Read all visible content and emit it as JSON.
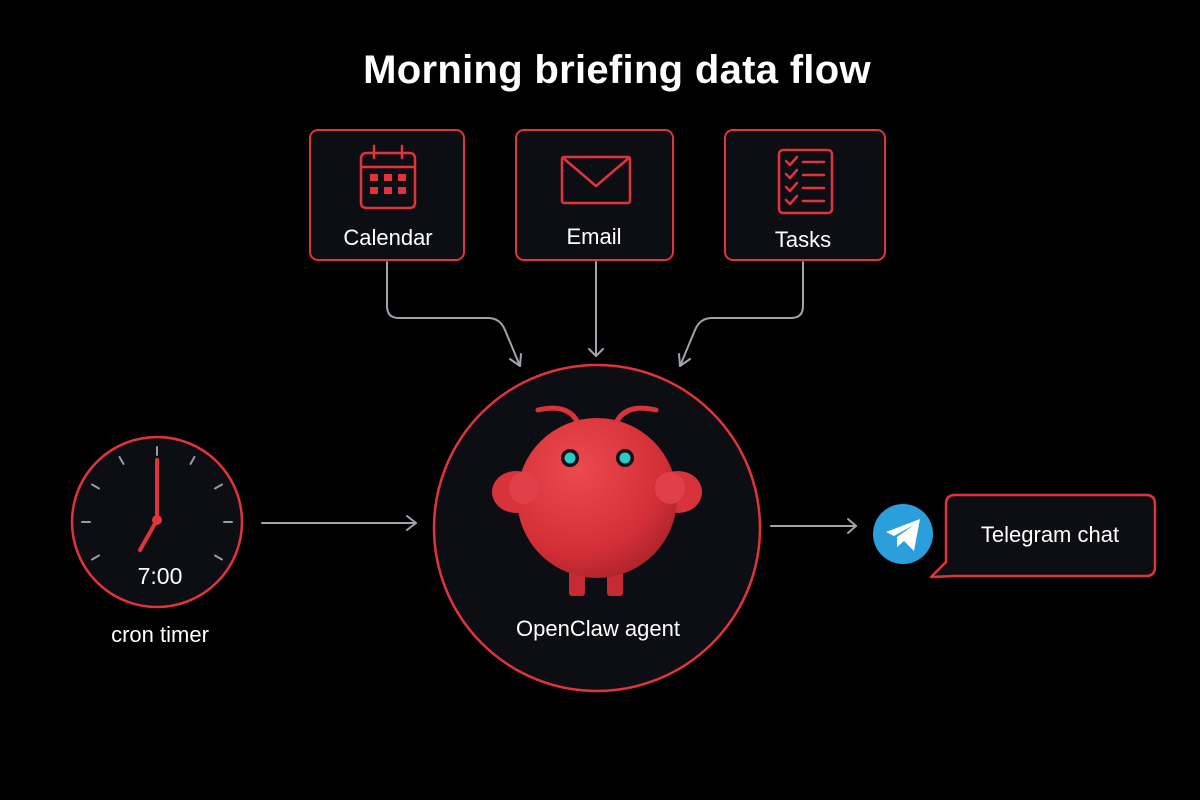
{
  "title": "Morning briefing data flow",
  "sources": [
    {
      "label": "Calendar",
      "icon": "calendar-icon"
    },
    {
      "label": "Email",
      "icon": "envelope-icon"
    },
    {
      "label": "Tasks",
      "icon": "checklist-icon"
    }
  ],
  "trigger": {
    "time": "7:00",
    "label": "cron timer",
    "icon": "clock-icon"
  },
  "agent": {
    "label": "OpenClaw agent",
    "icon": "openclaw-mascot-icon"
  },
  "destination": {
    "label": "Telegram chat",
    "icon": "telegram-icon"
  },
  "colors": {
    "background": "#000000",
    "accent": "#e0333a",
    "box_fill": "#0d0e14",
    "arrow": "#a3a3ad",
    "mascot": "#d8333b",
    "eyes": "#2ec7c9",
    "telegram": "#2a9fdc",
    "text": "#ffffff"
  }
}
